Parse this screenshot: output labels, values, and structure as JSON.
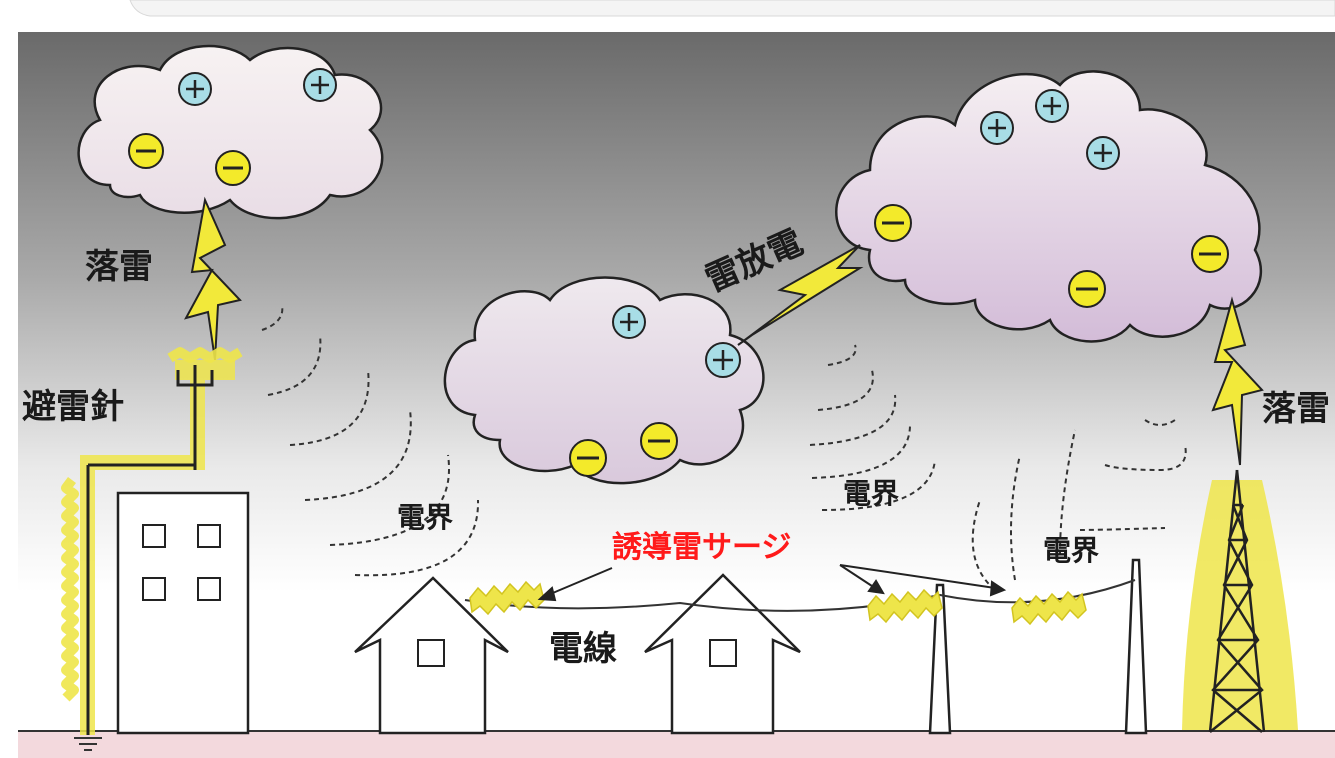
{
  "labels": {
    "lightning_strike_left": "落雷",
    "lightning_rod": "避雷針",
    "cloud_discharge": "雷放電",
    "lightning_strike_right": "落雷",
    "electric_field_1": "電界",
    "electric_field_2": "電界",
    "electric_field_3": "電界",
    "induced_surge": "誘導雷サージ",
    "power_line": "電線"
  },
  "charges": {
    "plus": "+",
    "minus": "−"
  },
  "colors": {
    "sky_top": "#6a6a6a",
    "sky_bottom": "#ffffff",
    "cloud_left": "#f6eef0",
    "cloud_right": "#dcc8e0",
    "plus_fill": "#a8dde6",
    "minus_fill": "#f3ea2a",
    "bolt": "#f2e93a",
    "glow": "#eee54a",
    "surge_text": "#ff1a1a",
    "ground": "#f3d9dd"
  },
  "icons": {
    "ground_symbol": "earth-ground-icon",
    "bolt": "lightning-bolt-icon"
  }
}
